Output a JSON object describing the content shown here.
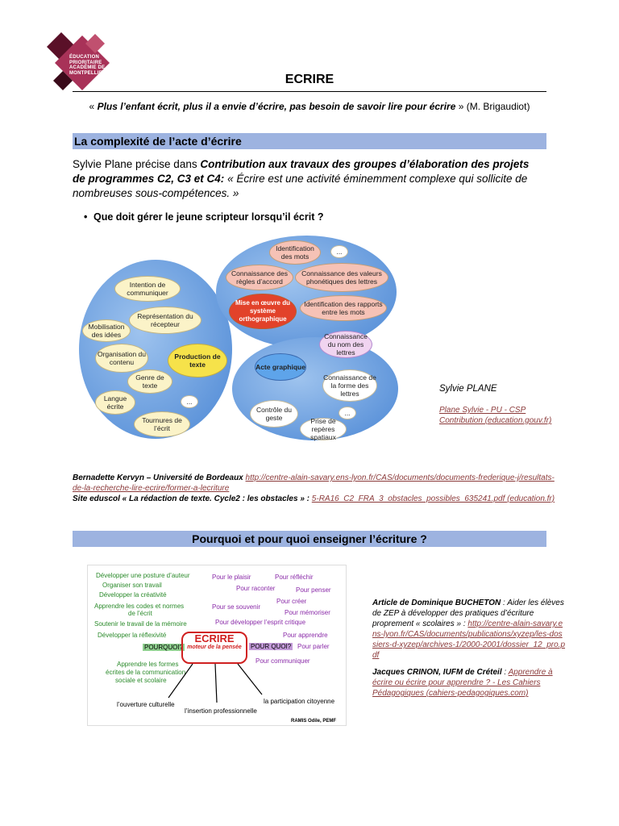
{
  "logo": {
    "lines": [
      "ÉDUCATION",
      "PRIORITAIRE",
      "ACADÉMIE DE",
      "MONTPELLIER"
    ]
  },
  "doc": {
    "title": "ECRIRE",
    "quote_open": "« ",
    "quote_text": "Plus l’enfant écrit, plus il a envie d’écrire, pas besoin de savoir lire pour écrire",
    "quote_close": " » (M. Brigaudiot)"
  },
  "section1": {
    "heading": "La complexité de l’acte d’écrire",
    "para_a": "Sylvie Plane précise dans ",
    "para_b": "Contribution aux travaux des groupes d’élaboration des projets de programmes C2, C3 et C4:",
    "para_c": " « Écrire est une activité éminemment complexe qui sollicite de nombreuses sous-compétences. »",
    "bullet": "Que doit gérer le jeune scripteur lorsqu’il écrit ?"
  },
  "diagram": {
    "left": [
      "Intention de communiquer",
      "Représentation du récepteur",
      "Mobilisation des idées",
      "Organisation du contenu",
      "Production de texte",
      "Genre de texte",
      "Langue écrite",
      "...",
      "Tournures de l’écrit"
    ],
    "top": [
      "Identification des mots",
      "...",
      "Connaissance des règles d’accord",
      "Connaissance des valeurs phonétiques des lettres",
      "Mise en œuvre du système orthographique",
      "Identification des rapports entre les mots"
    ],
    "bottom": [
      "Connaissance du nom des lettres",
      "Acte graphique",
      "Connaissance de la forme des lettres",
      "Contrôle du geste",
      "...",
      "Prise de repères spatiaux"
    ]
  },
  "signature": {
    "name": "Sylvie PLANE",
    "link1": "Plane Sylvie - PU - CSP",
    "link2": "Contribution (education.gouv.fr)"
  },
  "refs": {
    "r1_author": "Bernadette Kervyn – Université de Bordeaux",
    "r1_link": "http://centre-alain-savary.ens-lyon.fr/CAS/documents/documents-frederique-j/resultats-de-la-recherche-lire-ecrire/former-a-lecriture",
    "r2_label": "Site eduscol « La rédaction de texte. Cycle2 : les obstacles » :",
    "r2_link": "5-RA16_C2_FRA_3_obstacles_possibles_635241.pdf (education.fr)"
  },
  "section2": {
    "heading": "Pourquoi et pour quoi enseigner l’écriture ?"
  },
  "image2": {
    "left": [
      "Développer une posture d’auteur",
      "Organiser son travail",
      "Développer la créativité",
      "Apprendre les codes et normes",
      "de l’écrit",
      "Soutenir le travail de la mémoire",
      "Développer la réflexivité",
      "POURQUOI?",
      "Apprendre les formes",
      "écrites de la communication",
      "sociale et scolaire"
    ],
    "right": [
      "Pour le plaisir",
      "Pour réfléchir",
      "Pour raconter",
      "Pour penser",
      "Pour créer",
      "Pour se souvenir",
      "Pour mémoriser",
      "Pour développer l’esprit critique",
      "Pour apprendre",
      "POUR QUOI?",
      "Pour parler",
      "Pour communiquer"
    ],
    "center_title": "ECRIRE",
    "center_sub": "moteur de la pensée",
    "bottom": [
      "l’ouverture culturelle",
      "l’insertion professionnelle",
      "la participation citoyenne"
    ],
    "credit": "RAMIS Odile, PEMF"
  },
  "article": {
    "a1_author": "Article de Dominique BUCHETON",
    "a1_text": " : Aider les élèves de ZEP à développer des pratiques d’écriture proprement « scolaires » :",
    "a1_link": "http://centre-alain-savary.ens-lyon.fr/CAS/documents/publications/xyzep/les-dossiers-d-xyzep/archives-1/2000-2001/dossier_12_pro.pdf",
    "a2_author": "Jacques CRINON, IUFM de Créteil",
    "a2_sep": " : ",
    "a2_link": "Apprendre à écrire ou écrire pour apprendre ? - Les Cahiers Pédagogiques (cahiers-pedagogiques.com)"
  },
  "colors": {
    "section_bar": "#9db3e0",
    "link": "#8b3a3a",
    "logo": "#8e1e3c"
  }
}
